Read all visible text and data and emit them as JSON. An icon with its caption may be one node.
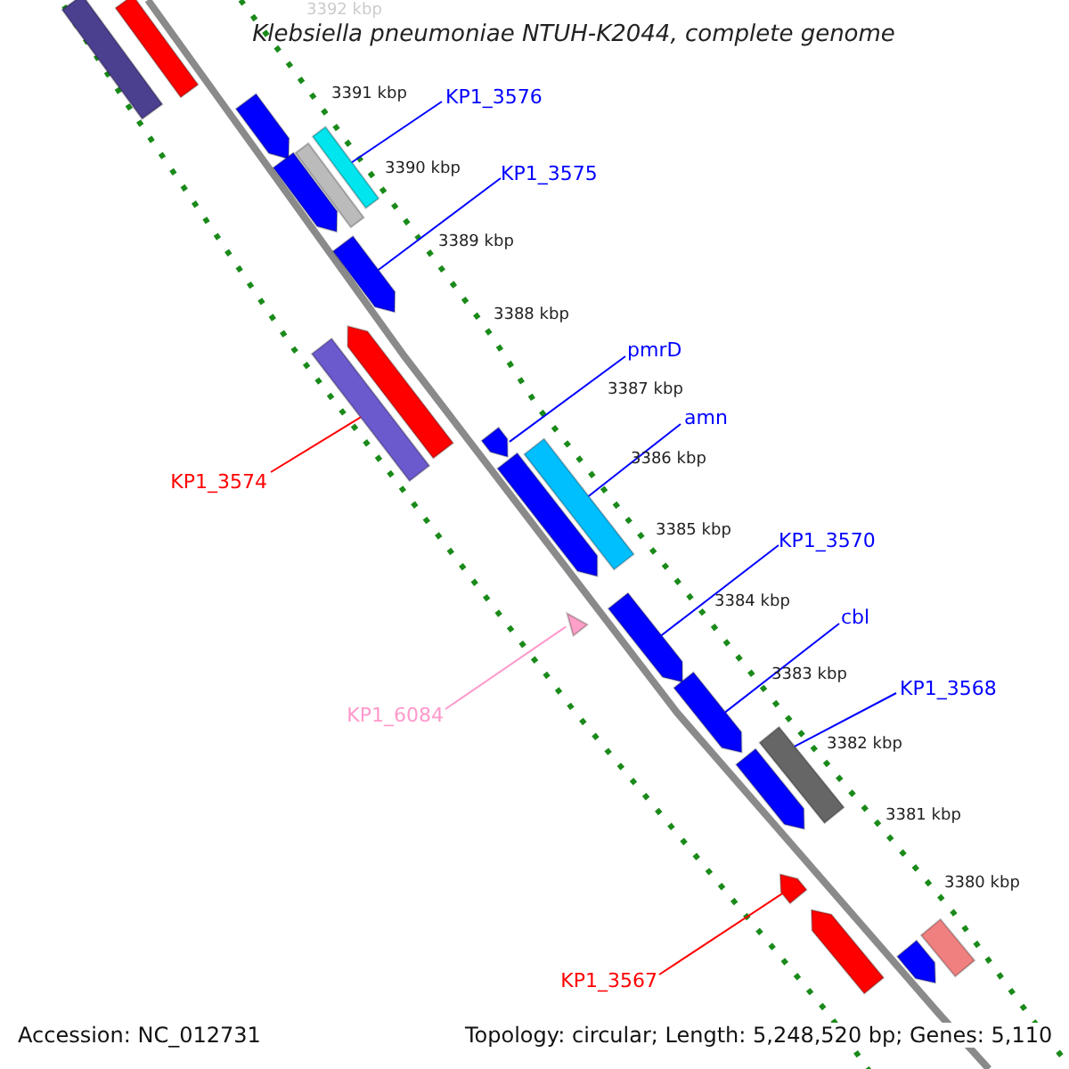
{
  "diagram": {
    "title": "Klebsiella pneumoniae NTUH-K2044, complete genome",
    "nodes": [
      {
        "text": [
          "KP1_3576"
        ]
      },
      {
        "text": [
          "KP1_3575"
        ]
      },
      {
        "text": [
          "pmrD"
        ]
      },
      {
        "text": [
          "amn"
        ]
      },
      {
        "text": [
          "KP1_3574"
        ]
      },
      {
        "text": [
          "KP1_3570"
        ]
      },
      {
        "text": [
          "cbl"
        ]
      },
      {
        "text": [
          "KP1_3568"
        ]
      },
      {
        "text": [
          "KP1_6084"
        ]
      },
      {
        "text": [
          "KP1_3567"
        ]
      },
      {
        "text": [],
        "shape": "bar"
      },
      {
        "text": [],
        "shape": "bar"
      },
      {
        "text": [],
        "shape": "arrow"
      },
      {
        "text": [],
        "shape": "bar"
      },
      {
        "text": [],
        "shape": "bar"
      },
      {
        "text": [],
        "shape": "arrow"
      },
      {
        "text": [],
        "shape": "arrow"
      },
      {
        "text": [],
        "shape": "arrow"
      },
      {
        "text": [],
        "shape": "bar"
      },
      {
        "text": [],
        "shape": "arrow"
      },
      {
        "text": [],
        "shape": "bar"
      },
      {
        "text": [],
        "shape": "arrow"
      },
      {
        "text": [],
        "shape": "triangle"
      },
      {
        "text": [],
        "shape": "arrow"
      },
      {
        "text": [],
        "shape": "arrow"
      },
      {
        "text": [],
        "shape": "bar"
      },
      {
        "text": [],
        "shape": "arrow"
      },
      {
        "text": [],
        "shape": "arrow"
      },
      {
        "text": [],
        "shape": "arrow"
      },
      {
        "text": [],
        "shape": "bar"
      },
      {
        "text": [],
        "shape": "arrow"
      }
    ],
    "edges": [
      {
        "from": 0,
        "to": 13,
        "arrow": "none"
      },
      {
        "from": 1,
        "to": 16,
        "arrow": "none"
      },
      {
        "from": 2,
        "to": 19,
        "arrow": "none"
      },
      {
        "from": 3,
        "to": 20,
        "arrow": "none"
      },
      {
        "from": 4,
        "to": 18,
        "arrow": "none",
        "color": "#ff0000"
      },
      {
        "from": 5,
        "to": 23,
        "arrow": "none"
      },
      {
        "from": 6,
        "to": 24,
        "arrow": "none"
      },
      {
        "from": 7,
        "to": 25,
        "arrow": "none"
      },
      {
        "from": 8,
        "to": 22,
        "arrow": "none",
        "color": "#ff99cc"
      },
      {
        "from": 9,
        "to": 27,
        "arrow": "none",
        "color": "#ff0000"
      }
    ],
    "labels": [
      "3392 kbp",
      "3391 kbp",
      "3390 kbp",
      "3389 kbp",
      "3388 kbp",
      "3387 kbp",
      "3386 kbp",
      "3385 kbp",
      "3384 kbp",
      "3383 kbp",
      "3382 kbp",
      "3381 kbp",
      "3380 kbp",
      "Accession: NC_012731",
      "Topology: circular; Length: 5,248,520 bp; Genes: 5,110"
    ]
  }
}
